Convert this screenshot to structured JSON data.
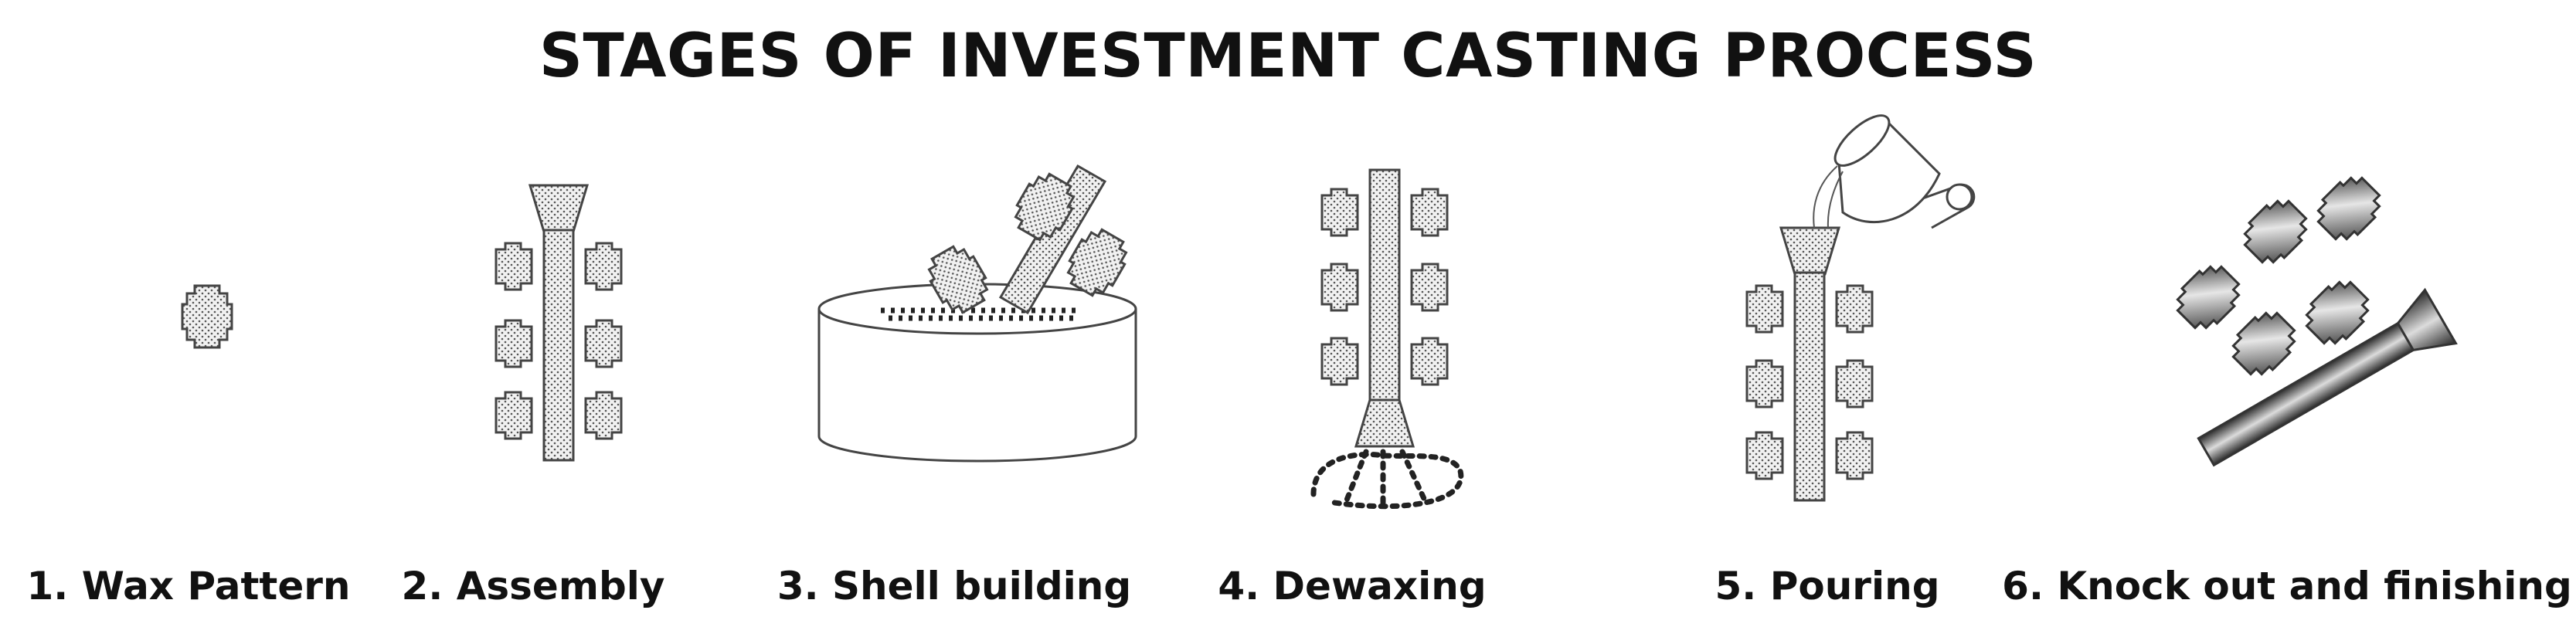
{
  "diagram": {
    "title": "STAGES OF INVESTMENT CASTING PROCESS",
    "stages": [
      {
        "label": "1. Wax Pattern"
      },
      {
        "label": "2. Assembly"
      },
      {
        "label": "3. Shell building"
      },
      {
        "label": "4. Dewaxing"
      },
      {
        "label": "5. Pouring"
      },
      {
        "label": "6. Knock out and finishing"
      }
    ]
  }
}
